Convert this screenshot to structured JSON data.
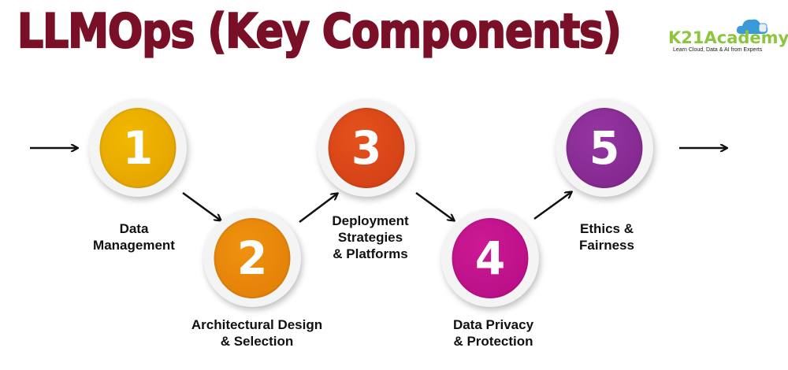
{
  "title": "LLMOps (Key Components)",
  "logo": {
    "name": "K21Academy",
    "tagline": "Learn Cloud, Data & AI from Experts"
  },
  "steps": [
    {
      "number": "1",
      "label_line1": "Data",
      "label_line2": "Management",
      "color": "#e6aa00"
    },
    {
      "number": "2",
      "label_line1": "Architectural Design",
      "label_line2": "& Selection",
      "color": "#e8870c"
    },
    {
      "number": "3",
      "label_line1": "Deployment",
      "label_line2": "Strategies",
      "label_line3": "& Platforms",
      "color": "#d8451a"
    },
    {
      "number": "4",
      "label_line1": "Data Privacy",
      "label_line2": "& Protection",
      "color": "#c2128a"
    },
    {
      "number": "5",
      "label_line1": "Ethics &",
      "label_line2": "Fairness",
      "color": "#8a2c96"
    }
  ]
}
